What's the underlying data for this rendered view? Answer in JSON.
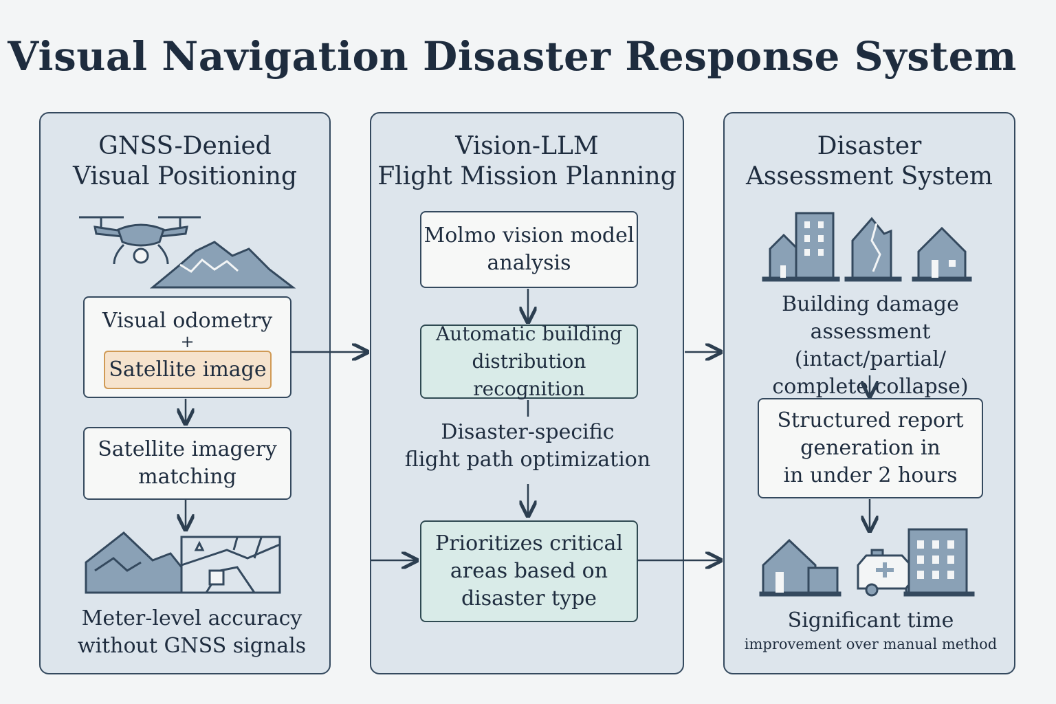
{
  "title": "Visual Navigation Disaster Response System",
  "panels": [
    {
      "heading": [
        "GNSS-Denied",
        "Visual Positioning"
      ],
      "odometry_label": "Visual odometry",
      "plus": "+",
      "satellite_image_label": "Satellite image",
      "matching_label": [
        "Satellite imagery",
        "matching"
      ],
      "accuracy_label": [
        "Meter-level accuracy",
        "without GNSS signals"
      ]
    },
    {
      "heading": [
        "Vision-LLM",
        "Flight Mission Planning"
      ],
      "molmo_label": [
        "Molmo vision model",
        "analysis"
      ],
      "building_recognition_label": [
        "Automatic building",
        "distribution recognition"
      ],
      "flight_path_label": [
        "Disaster-specific",
        "flight path optimization"
      ],
      "prioritize_label": [
        "Prioritizes critical",
        "areas based on",
        "disaster type"
      ]
    },
    {
      "heading": [
        "Disaster",
        "Assessment System"
      ],
      "damage_label": [
        "Building damage",
        "assessment (intact/partial/",
        "complete collapse)"
      ],
      "report_label": [
        "Structured report",
        "generation in",
        "in under 2 hours"
      ],
      "time_label": [
        "Significant time",
        "improvement over manual method"
      ]
    }
  ],
  "colors": {
    "panel_bg": "#dde5ec",
    "border": "#34495e",
    "teal_box": "#d9ebe8",
    "orange_box": "#f6e3cd",
    "icon_fill": "#7f97ae"
  },
  "icons": [
    "drone-icon",
    "mountain-icon",
    "map-icon",
    "buildings-icon",
    "ambulance-icon",
    "house-icon"
  ]
}
